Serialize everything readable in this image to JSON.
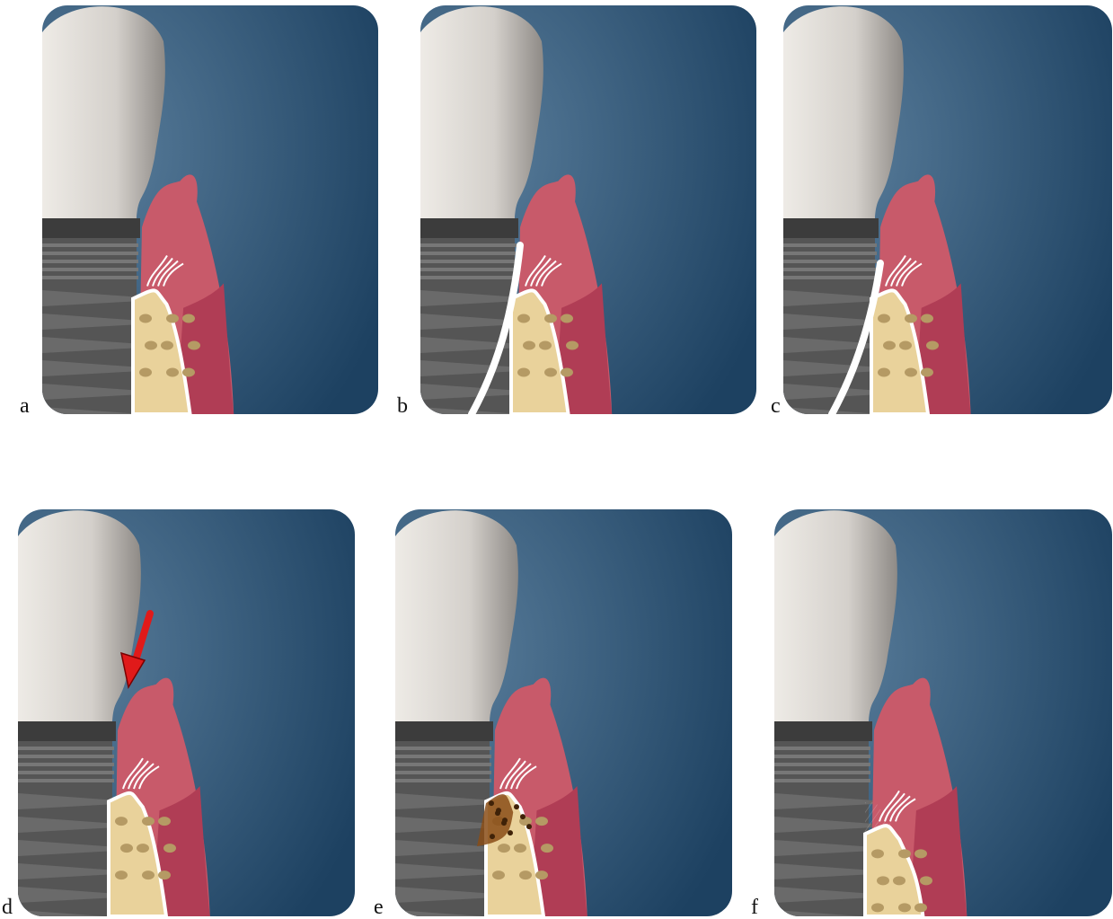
{
  "panels": [
    {
      "id": "a",
      "label": "a",
      "variant": "healthy"
    },
    {
      "id": "b",
      "label": "b",
      "variant": "line-long"
    },
    {
      "id": "c",
      "label": "c",
      "variant": "line-short"
    },
    {
      "id": "d",
      "label": "d",
      "variant": "arrow"
    },
    {
      "id": "e",
      "label": "e",
      "variant": "infection"
    },
    {
      "id": "f",
      "label": "f",
      "variant": "bone-loss"
    }
  ],
  "colors": {
    "background_dark": "#1d4161",
    "background_light": "#5a7e9c",
    "crown": "#d4d0cb",
    "abutment_collar": "#3c3c3c",
    "implant": "#555555",
    "gingiva_outer": "#c85a6a",
    "gingiva_inner": "#b03d55",
    "bone": "#e9d29b",
    "bone_pores": "#b59a64",
    "marker_line": "#ffffff",
    "arrow": "#e01a1a",
    "infection": "#8a4e18"
  }
}
